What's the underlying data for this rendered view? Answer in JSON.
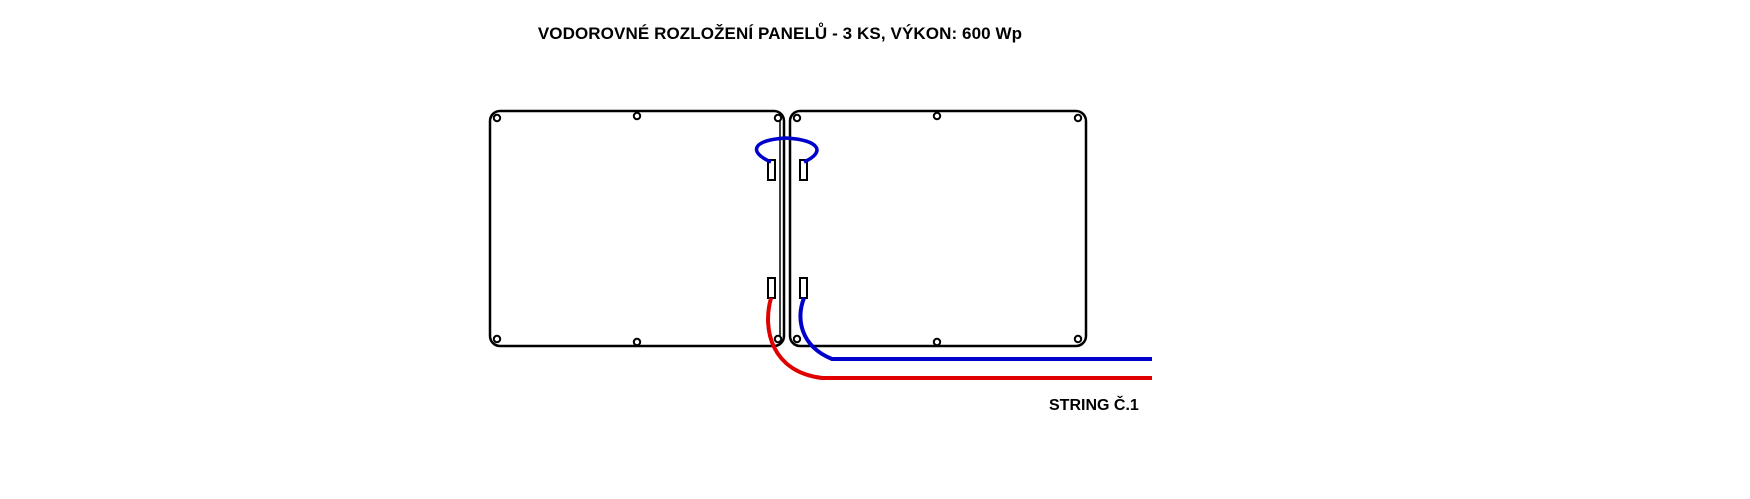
{
  "diagram": {
    "title": "VODOROVNÉ ROZLOŽENÍ PANELŮ - 3 KS, VÝKON: 600 Wp",
    "string_label": "STRING Č.1",
    "colors": {
      "outline": "#000000",
      "positive_cable": "#e00000",
      "negative_cable": "#0000cc",
      "background": "#ffffff"
    },
    "panels": [
      {
        "name": "panel-left"
      },
      {
        "name": "panel-right"
      }
    ]
  }
}
